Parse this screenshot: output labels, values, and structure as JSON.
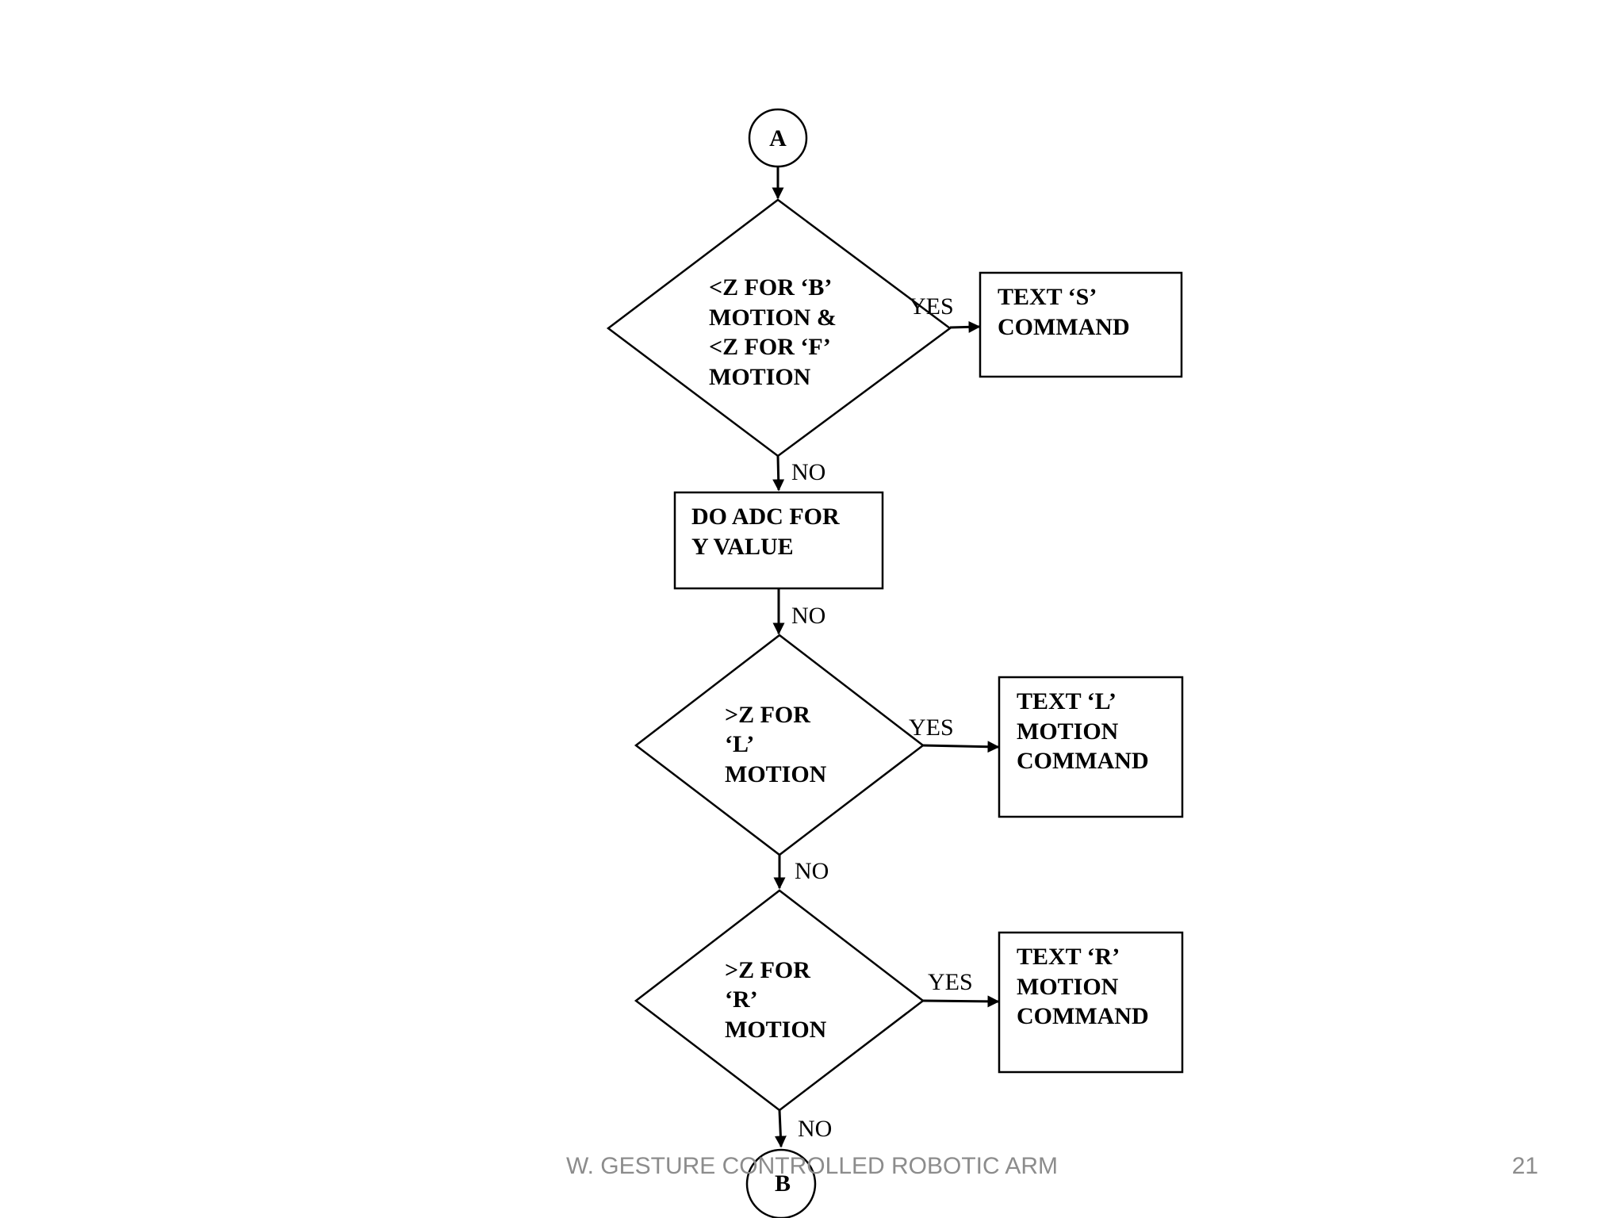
{
  "connectors": {
    "top": "A",
    "bottom": "B"
  },
  "nodes": {
    "decision1": [
      "<Z FOR ‘B’",
      "MOTION &",
      "<Z FOR ‘F’",
      "MOTION"
    ],
    "command_s": [
      "TEXT ‘S’",
      "COMMAND"
    ],
    "adc_box": [
      "DO ADC FOR",
      "Y VALUE"
    ],
    "decision2": [
      ">Z FOR",
      "‘L’",
      "MOTION"
    ],
    "command_l": [
      "TEXT ‘L’",
      "MOTION",
      "COMMAND"
    ],
    "decision3": [
      ">Z FOR",
      "‘R’",
      "MOTION"
    ],
    "command_r": [
      "TEXT ‘R’",
      "MOTION",
      "COMMAND"
    ]
  },
  "edge_labels": {
    "d1_yes": "YES",
    "d1_no": "NO",
    "adc_no": "NO",
    "d2_yes": "YES",
    "d2_no": "NO",
    "d3_yes": "YES",
    "d3_no": "NO"
  },
  "footer": {
    "title": "W. GESTURE CONTROLLED ROBOTIC ARM",
    "page_number": "21"
  }
}
